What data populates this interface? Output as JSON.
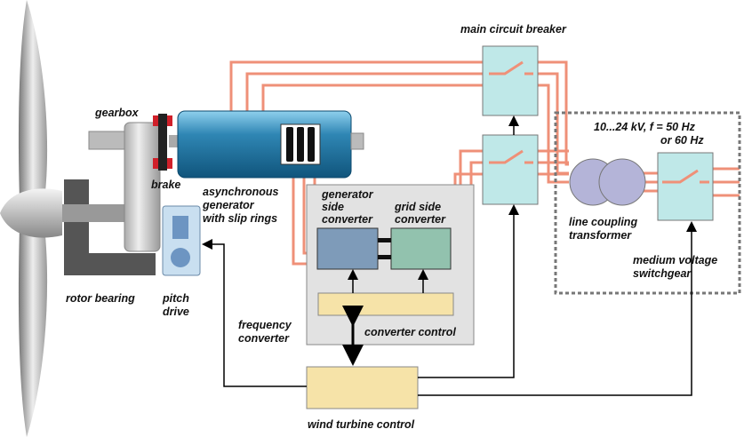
{
  "labels": {
    "main_circuit_breaker": "main circuit breaker",
    "gearbox": "gearbox",
    "brake": "brake",
    "generator_1": "asynchronous",
    "generator_2": "generator",
    "generator_3": "with slip rings",
    "gen_side_1": "generator",
    "gen_side_2": "side",
    "gen_side_3": "converter",
    "grid_side_1": "grid side",
    "grid_side_2": "converter",
    "voltage_1": "10...24 kV, f = 50 Hz",
    "voltage_2": "or 60 Hz",
    "transformer_1": "line coupling",
    "transformer_2": "transformer",
    "switchgear_1": "medium voltage",
    "switchgear_2": "switchgear",
    "rotor_bearing": "rotor bearing",
    "pitch_1": "pitch",
    "pitch_2": "drive",
    "freq_1": "frequency",
    "freq_2": "converter",
    "converter_control": "converter control",
    "wind_turbine_control": "wind turbine control"
  },
  "colors": {
    "power_line": "#ef9078",
    "generator": "#2f86b4",
    "breaker": "#bfe8e8",
    "control": "#f6e3a8",
    "gen_side_converter": "#7e9bb9",
    "grid_side_converter": "#92c2ae",
    "transformer": "#b4b4d8",
    "brake": "#d0202a"
  }
}
